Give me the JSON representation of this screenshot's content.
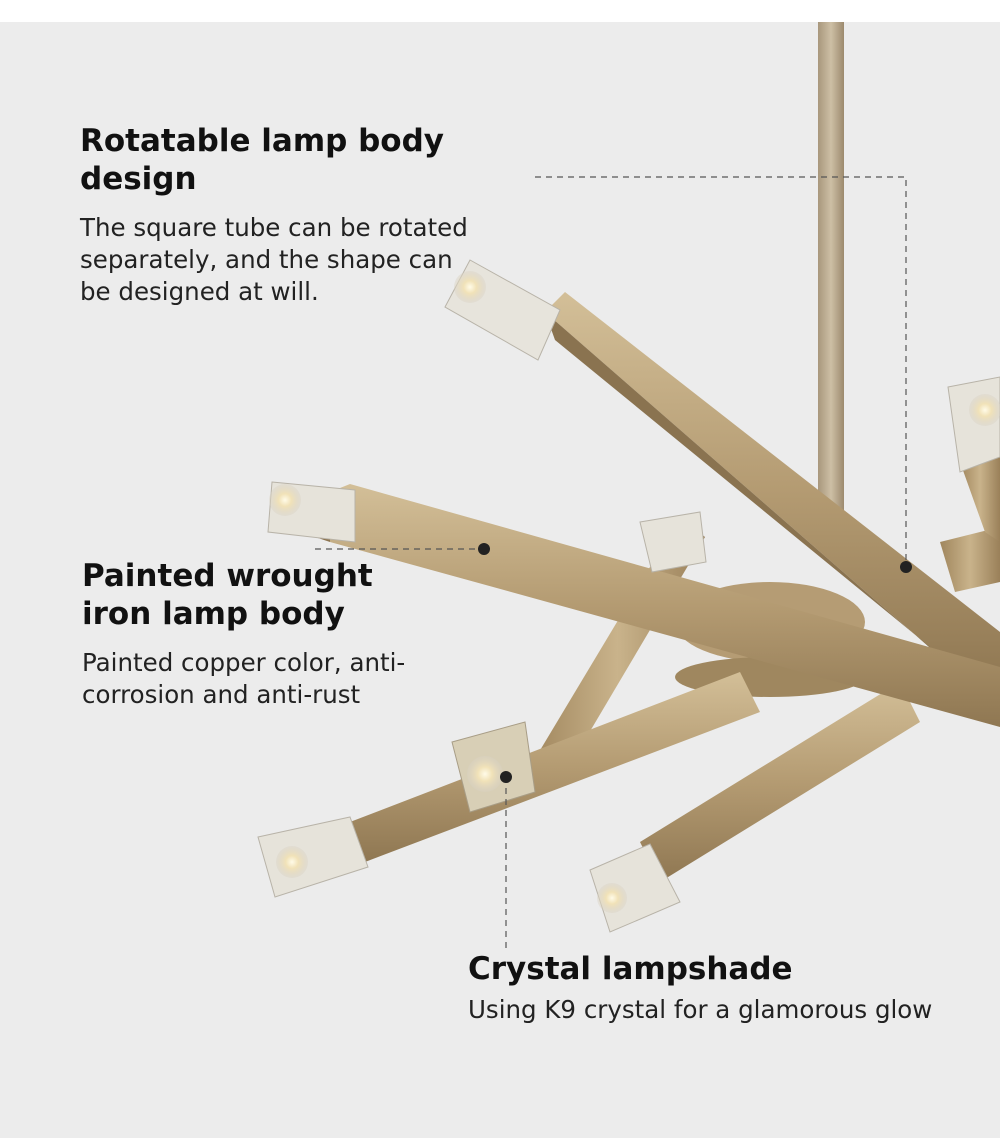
{
  "callouts": [
    {
      "title": "Rotatable lamp body design",
      "description": "The square tube can be rotated separately, and the shape can be designed at will."
    },
    {
      "title": "Painted wrought iron lamp body",
      "description": "Painted copper color, anti-corrosion and anti-rust"
    },
    {
      "title": "Crystal lampshade",
      "description": "Using K9 crystal for a glamorous glow"
    }
  ],
  "colors": {
    "background": "#ececec",
    "brass": "#b39a73",
    "text": "#111111"
  }
}
